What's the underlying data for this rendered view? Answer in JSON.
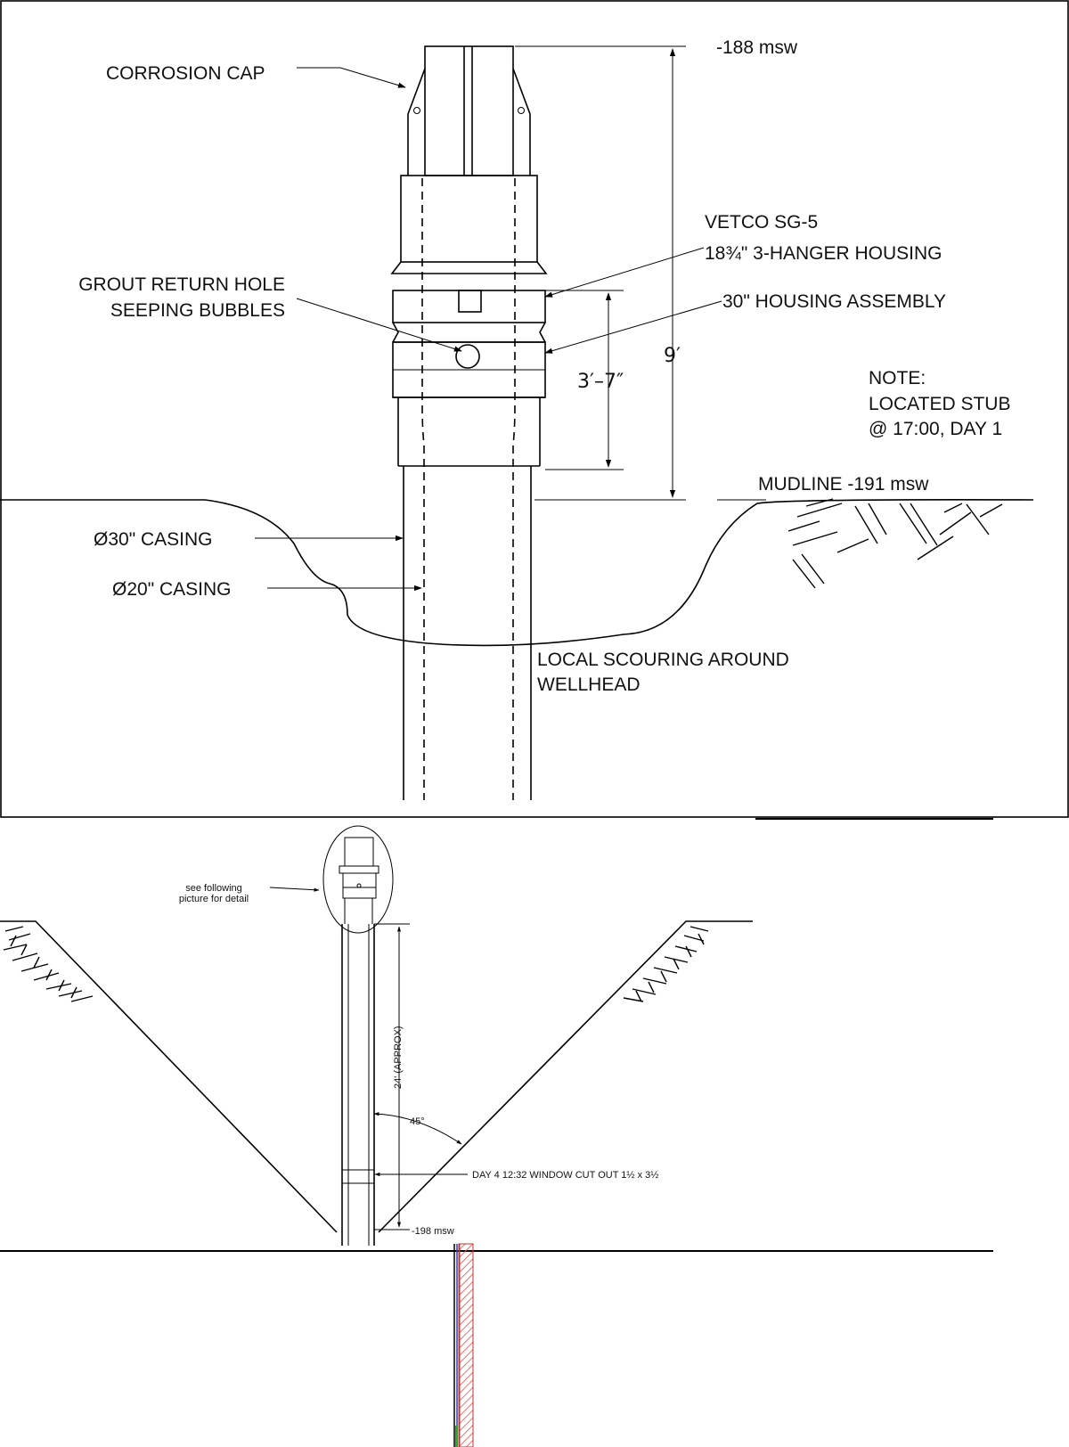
{
  "top_drawing": {
    "labels": {
      "corrosion_cap": "CORROSION CAP",
      "top_depth": "-188 msw",
      "vetco_line1": "VETCO SG-5",
      "vetco_line2": "18¾\" 3-HANGER HOUSING",
      "grout_line1": "GROUT RETURN HOLE",
      "grout_line2": "SEEPING BUBBLES",
      "housing_assembly": "30\" HOUSING ASSEMBLY",
      "dim_9ft": "9′",
      "dim_3ft7": "3′–7″",
      "note_line1": "NOTE:",
      "note_line2": "LOCATED STUB",
      "note_line3": "@ 17:00, DAY 1",
      "mudline": "MUDLINE -191 msw",
      "casing_30": "Ø30\" CASING",
      "casing_20": "Ø20\" CASING",
      "scour_line1": "LOCAL SCOURING AROUND",
      "scour_line2": "WELLHEAD"
    }
  },
  "bottom_drawing": {
    "labels": {
      "see_line1": "see following",
      "see_line2": "picture for detail",
      "length": "24' (APPROX)",
      "angle": "45°",
      "window": "DAY 4 12:32 WINDOW CUT OUT 1½ x 3½",
      "bottom_depth": "-198 msw"
    }
  }
}
